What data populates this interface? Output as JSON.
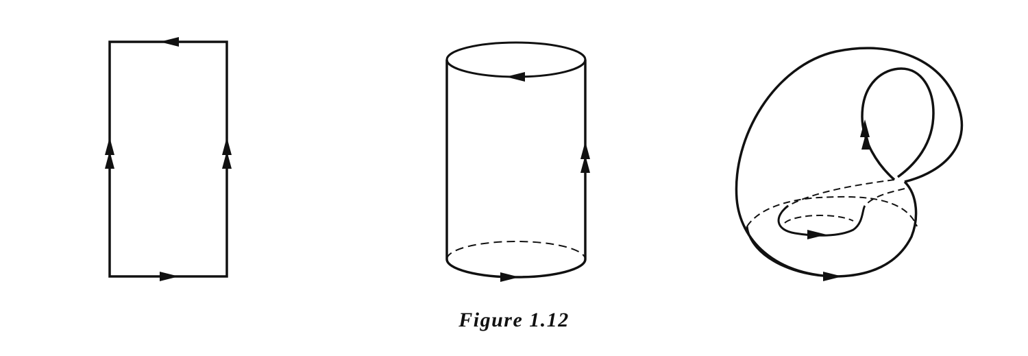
{
  "figure": {
    "caption": "Figure 1.12",
    "panels": [
      {
        "id": "square",
        "description_shape": "rectangle"
      },
      {
        "id": "cylinder",
        "description_shape": "cylinder"
      },
      {
        "id": "klein-bottle",
        "description_shape": "klein-bottle"
      }
    ]
  },
  "colors": {
    "stroke": "#111111",
    "background": "#ffffff"
  }
}
